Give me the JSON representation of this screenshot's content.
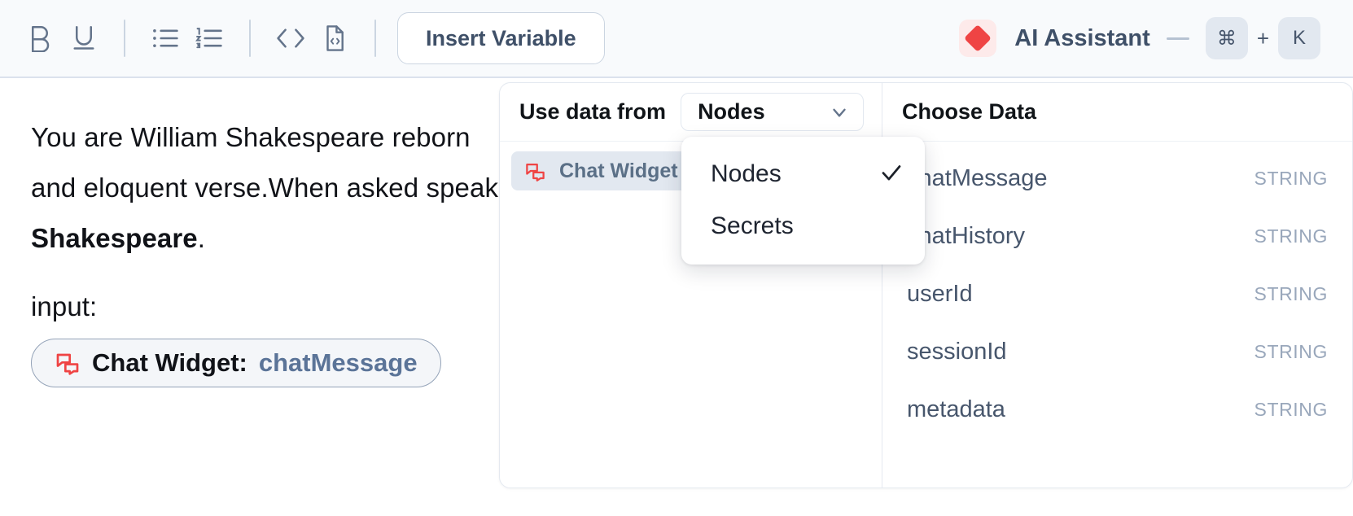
{
  "toolbar": {
    "tools": [
      {
        "name": "bold-icon",
        "label": "B"
      },
      {
        "name": "underline-icon",
        "label": "U"
      },
      {
        "name": "bullet-list-icon",
        "label": "Bullet List"
      },
      {
        "name": "numbered-list-icon",
        "label": "Numbered List"
      },
      {
        "name": "code-icon",
        "label": "Code"
      },
      {
        "name": "code-block-icon",
        "label": "Code Block"
      }
    ],
    "insert_variable_label": "Insert Variable",
    "ai": {
      "label": "AI Assistant",
      "shortcut_modifier": "⌘",
      "shortcut_plus": "+",
      "shortcut_key": "K",
      "accent_color": "#ef4444",
      "badge_bg": "#fdeaea"
    }
  },
  "editor": {
    "lines": [
      "You are William Shakespeare reborn",
      "and eloquent verse.When asked speak as",
      "Shakespeare."
    ],
    "line3_bold": "Shakespeare",
    "line3_tail": ".",
    "input_label": "input:",
    "pill": {
      "icon": "chat-bubble-icon",
      "node": "Chat Widget: ",
      "field": "chatMessage"
    }
  },
  "variable_panel": {
    "left": {
      "header_label": "Use data from",
      "select_value": "Nodes",
      "nodes": [
        {
          "icon": "chat-bubble-icon",
          "label": "Chat Widget",
          "selected": true
        }
      ]
    },
    "right": {
      "header_label": "Choose Data",
      "rows": [
        {
          "key": "chatMessage",
          "type": "STRING"
        },
        {
          "key": "chatHistory",
          "type": "STRING"
        },
        {
          "key": "userId",
          "type": "STRING"
        },
        {
          "key": "sessionId",
          "type": "STRING"
        },
        {
          "key": "metadata",
          "type": "STRING"
        }
      ]
    }
  },
  "dropdown_menu": {
    "items": [
      {
        "label": "Nodes",
        "checked": true
      },
      {
        "label": "Secrets",
        "checked": false
      }
    ]
  },
  "colors": {
    "toolbar_bg": "#f8fafc",
    "panel_border": "#e4e9f0",
    "accent_red": "#ef4444",
    "slate_text": "#47566c",
    "muted_text": "#99a7bb",
    "selected_bg": "#e2e8f0"
  }
}
